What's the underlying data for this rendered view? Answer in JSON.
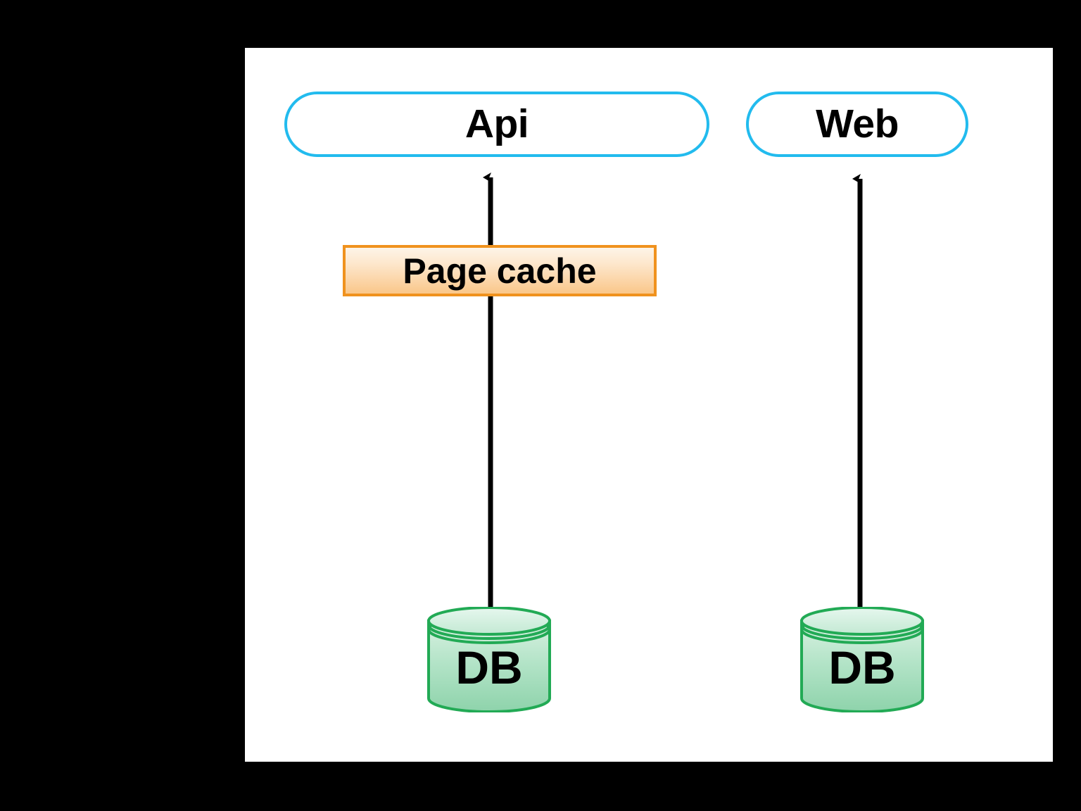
{
  "diagram": {
    "type": "architecture-diagram",
    "background_color": "#000000",
    "canvas_color": "#ffffff",
    "nodes": [
      {
        "id": "api",
        "label": "Api",
        "shape": "rounded-pill",
        "border_color": "#22bbee",
        "fill_color": "#ffffff"
      },
      {
        "id": "web",
        "label": "Web",
        "shape": "rounded-pill",
        "border_color": "#22bbee",
        "fill_color": "#ffffff"
      },
      {
        "id": "page-cache",
        "label": "Page cache",
        "shape": "rectangle",
        "border_color": "#f0921e",
        "fill_color": "#fbd3a4"
      },
      {
        "id": "db-api",
        "label": "DB",
        "shape": "cylinder",
        "border_color": "#22aa55",
        "fill_color": "#9fddb8"
      },
      {
        "id": "db-web",
        "label": "DB",
        "shape": "cylinder",
        "border_color": "#22aa55",
        "fill_color": "#9fddb8"
      }
    ],
    "edges": [
      {
        "id": "edge-db-api-to-api",
        "from": "db-api",
        "to": "api",
        "direction": "up",
        "style": "solid",
        "color": "#000000",
        "arrowhead": "filled-triangle",
        "passes_through": "page-cache"
      },
      {
        "id": "edge-db-web-to-web",
        "from": "db-web",
        "to": "web",
        "direction": "up",
        "style": "solid",
        "color": "#000000",
        "arrowhead": "filled-triangle"
      }
    ]
  }
}
